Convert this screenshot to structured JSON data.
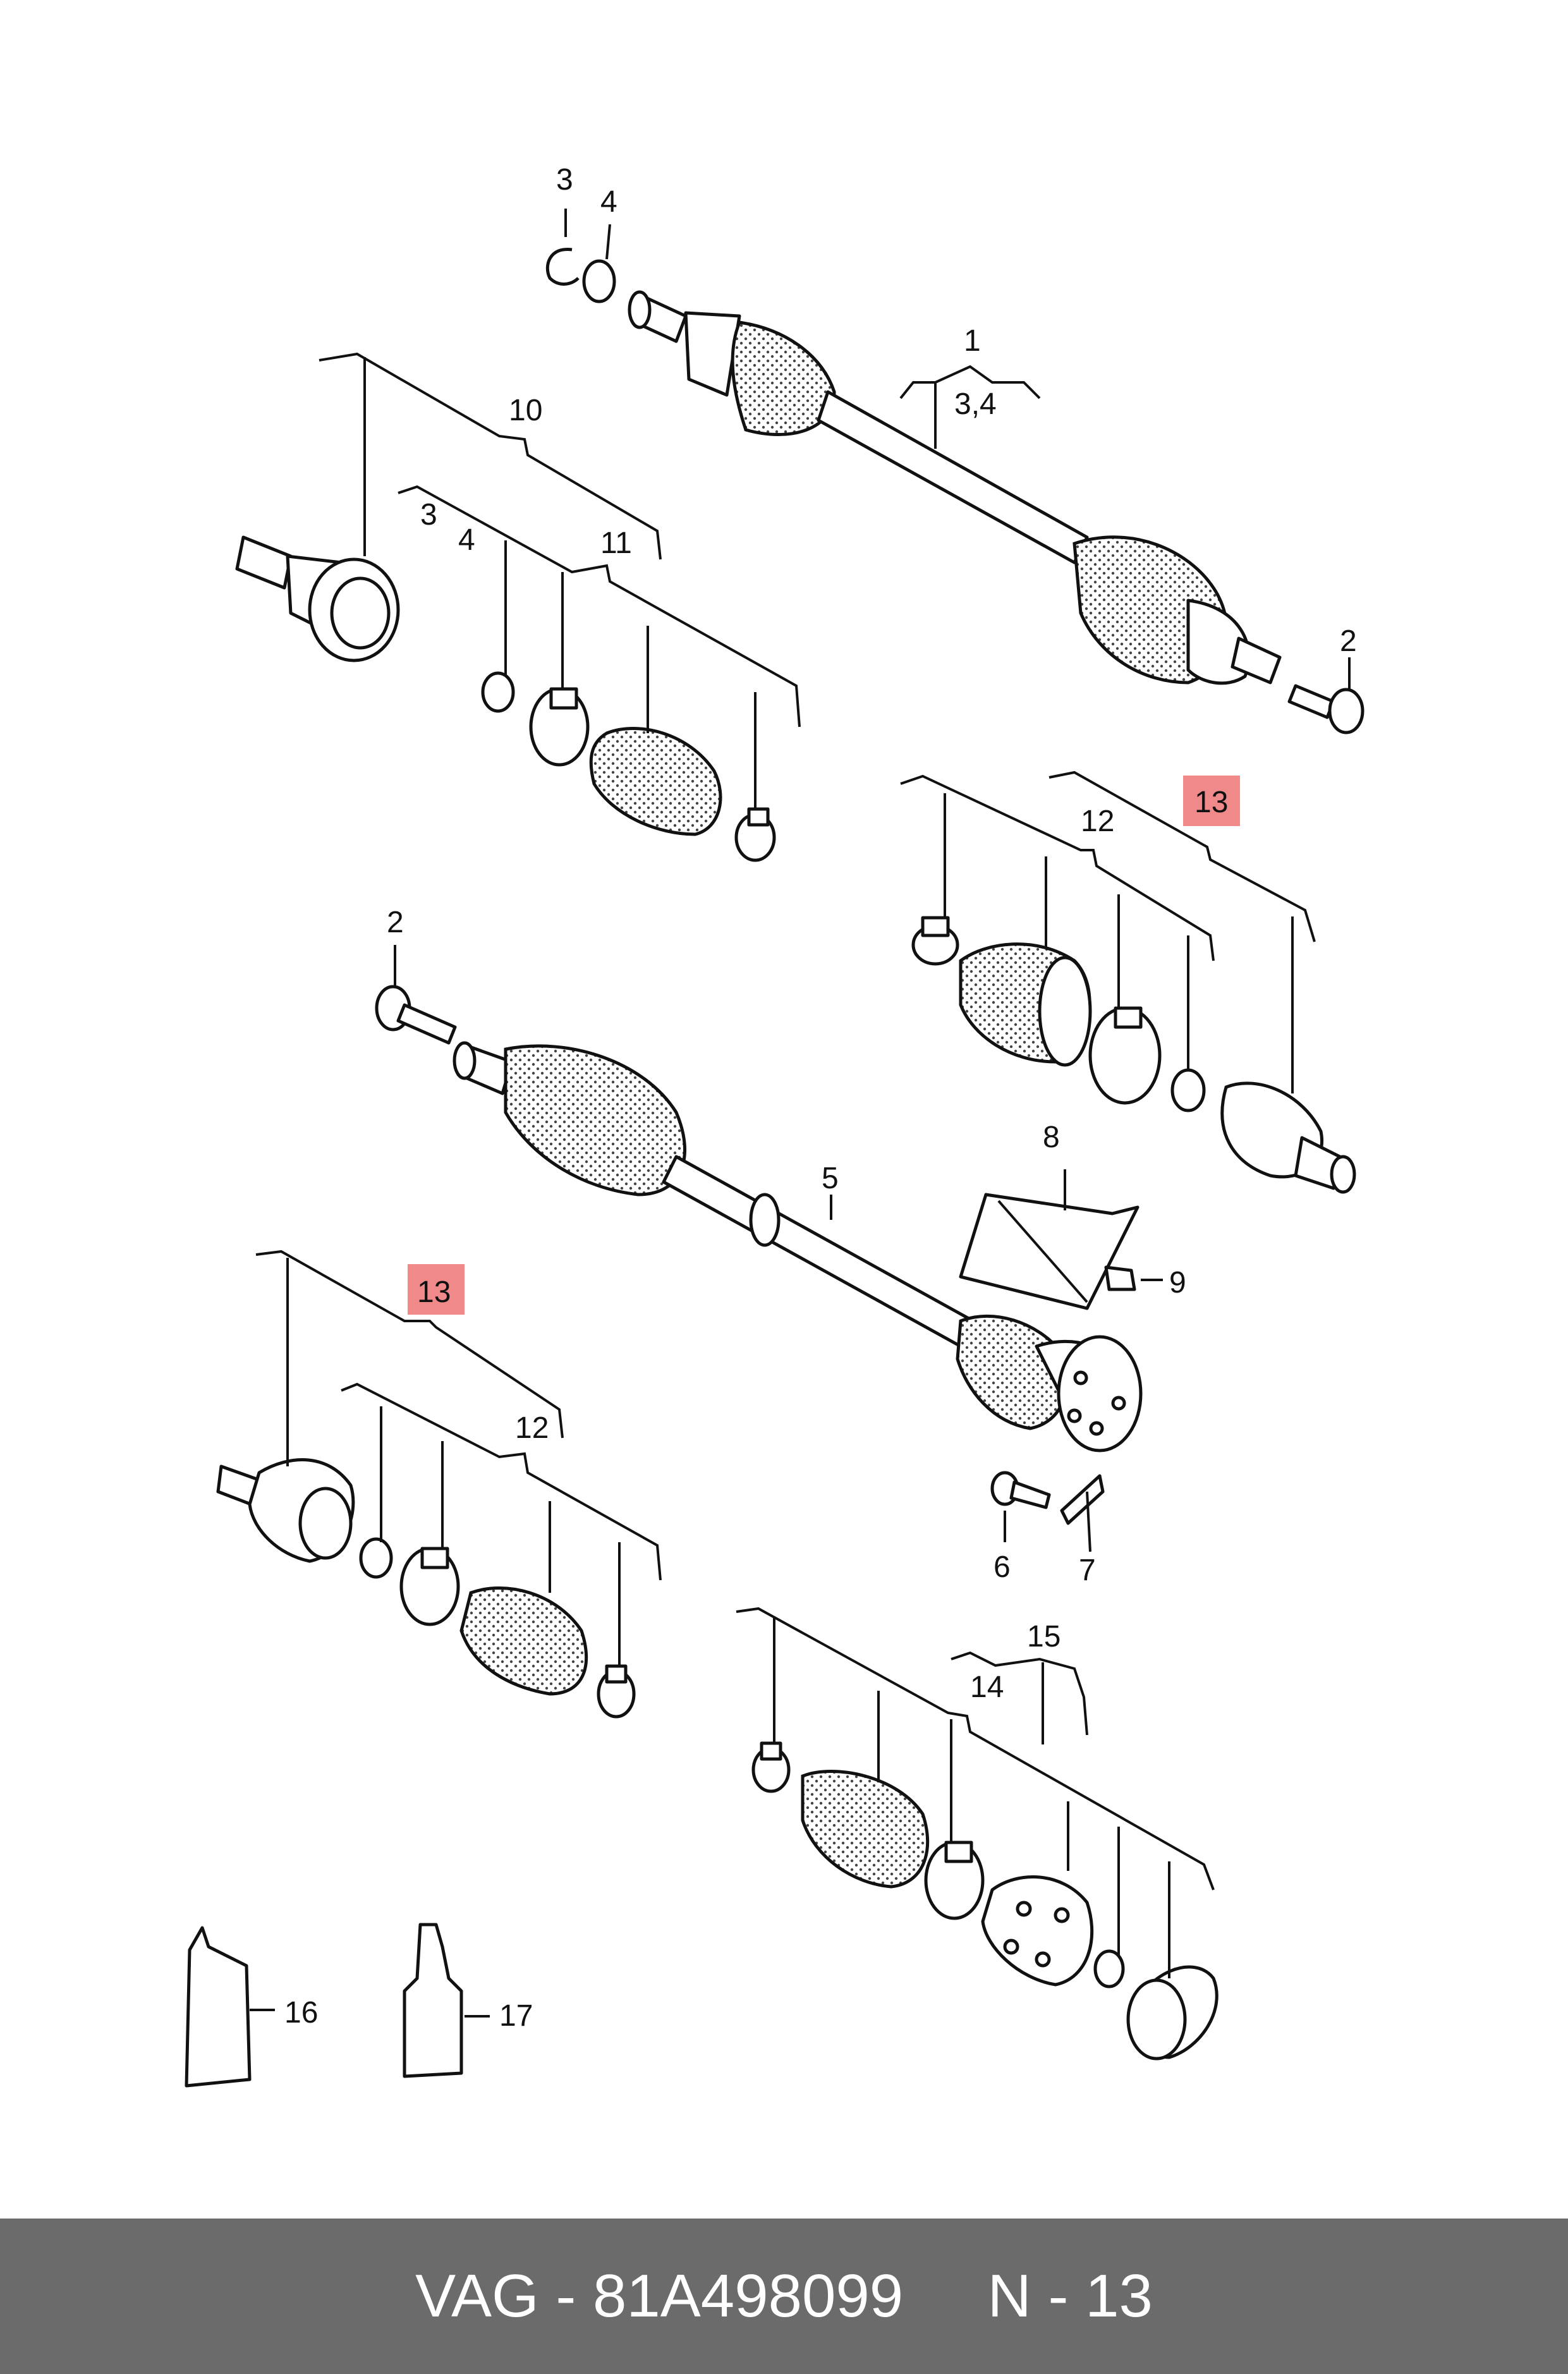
{
  "footer": {
    "brand": "VAG",
    "separator": "-",
    "part_number": "81A498099",
    "ref": "N - 13"
  },
  "labels": {
    "l1": "1",
    "l34": "3,4",
    "l2a": "2",
    "l2b": "2",
    "l3a": "3",
    "l3b": "3",
    "l4a": "4",
    "l4b": "4",
    "l5": "5",
    "l6": "6",
    "l7": "7",
    "l8": "8",
    "l9": "9",
    "l10": "10",
    "l11": "11",
    "l12a": "12",
    "l12b": "12",
    "l13a": "13",
    "l13b": "13",
    "l14": "14",
    "l15": "15",
    "l16": "16",
    "l17": "17"
  },
  "highlight_color": "#f08a8a"
}
